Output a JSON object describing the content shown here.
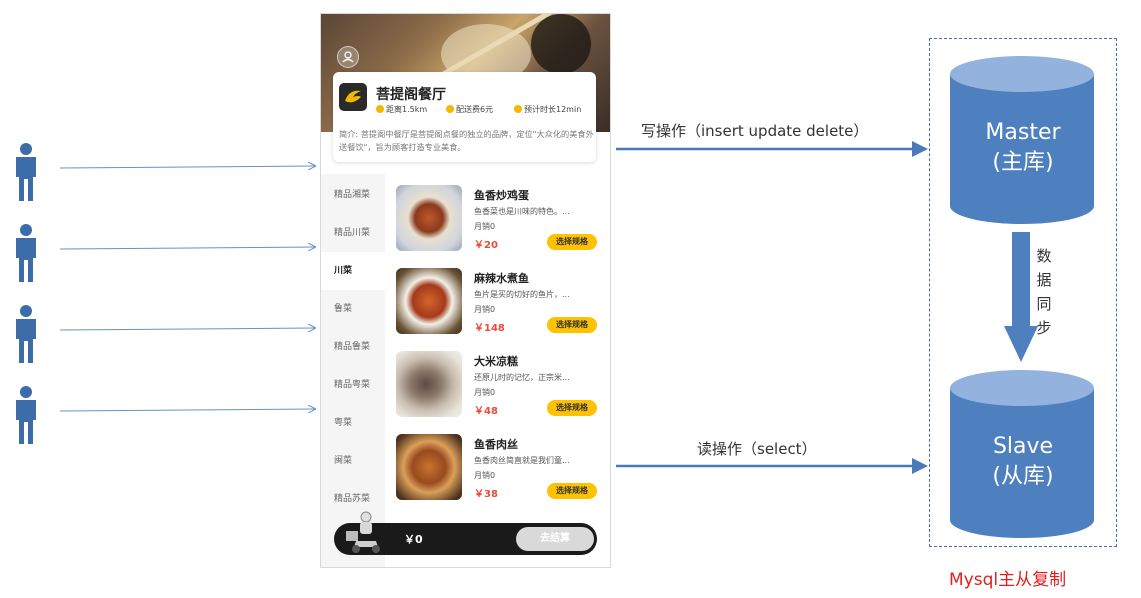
{
  "shop": {
    "name": "菩提阁餐厅",
    "distance": "距离1.5km",
    "delivery_fee": "配送费6元",
    "eta": "预计时长12min",
    "intro": "简介: 菩提阁中餐厅是菩提阁点餐的独立的品牌，定位\"大众化的美食外送餐饮\"，旨为顾客打造专业美食。"
  },
  "categories": [
    "精品湘菜",
    "精品川菜",
    "川菜",
    "鲁菜",
    "精品鲁菜",
    "精品粤菜",
    "粤菜",
    "闽菜",
    "精品苏菜"
  ],
  "dishes": [
    {
      "name": "鱼香炒鸡蛋",
      "desc": "鱼香菜也是川味的特色。...",
      "sales": "月销0",
      "price": "￥20",
      "spec": "选择规格"
    },
    {
      "name": "麻辣水煮鱼",
      "desc": "鱼片是买的切好的鱼片，...",
      "sales": "月销0",
      "price": "￥148",
      "spec": "选择规格"
    },
    {
      "name": "大米凉糕",
      "desc": "还原儿时的记忆，正宗米...",
      "sales": "月销0",
      "price": "￥48",
      "spec": "选择规格"
    },
    {
      "name": "鱼香肉丝",
      "desc": "鱼香肉丝简直就是我们童...",
      "sales": "月销0",
      "price": "￥38",
      "spec": "选择规格"
    }
  ],
  "cart": {
    "total": "￥0",
    "checkout": "去结算"
  },
  "diagram": {
    "write_op": "写操作（insert  update  delete）",
    "read_op": "读操作（select）",
    "master_line1": "Master",
    "master_line2": "(主库)",
    "slave_line1": "Slave",
    "slave_line2": "(从库)",
    "sync": "数据同步",
    "replication": "Mysql主从复制"
  },
  "colors": {
    "accent_blue": "#4a7ab8",
    "db_blue": "#4e7fbf",
    "red": "#e02020",
    "yellow": "#ffc200"
  }
}
